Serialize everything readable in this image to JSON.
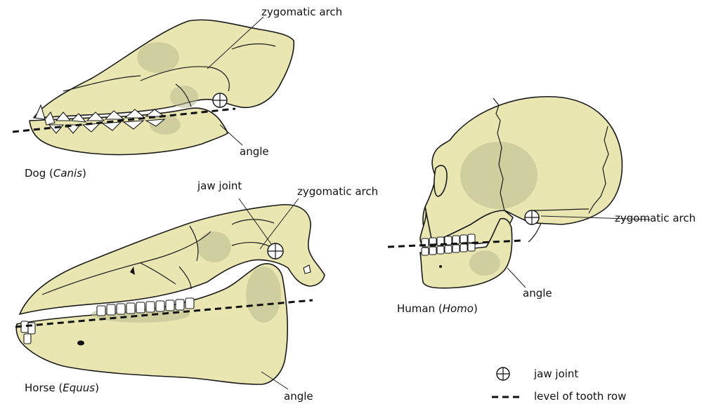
{
  "dog": {
    "caption_prefix": "Dog (",
    "caption_genus": "Canis",
    "caption_suffix": ")",
    "label_zygomatic": "zygomatic arch",
    "label_angle": "angle"
  },
  "horse": {
    "caption_prefix": "Horse (",
    "caption_genus": "Equus",
    "caption_suffix": ")",
    "label_jaw_joint": "jaw joint",
    "label_zygomatic": "zygomatic arch",
    "label_angle": "angle"
  },
  "human": {
    "caption_prefix": "Human (",
    "caption_genus": "Homo",
    "caption_suffix": ")",
    "label_zygomatic": "zygomatic arch",
    "label_angle": "angle"
  },
  "legend": {
    "jaw_joint": "jaw joint",
    "tooth_row": "level of tooth row"
  },
  "colors": {
    "bone": "#e9e6b2",
    "shading": "#b9b98e",
    "outline": "#1a1a1a"
  }
}
